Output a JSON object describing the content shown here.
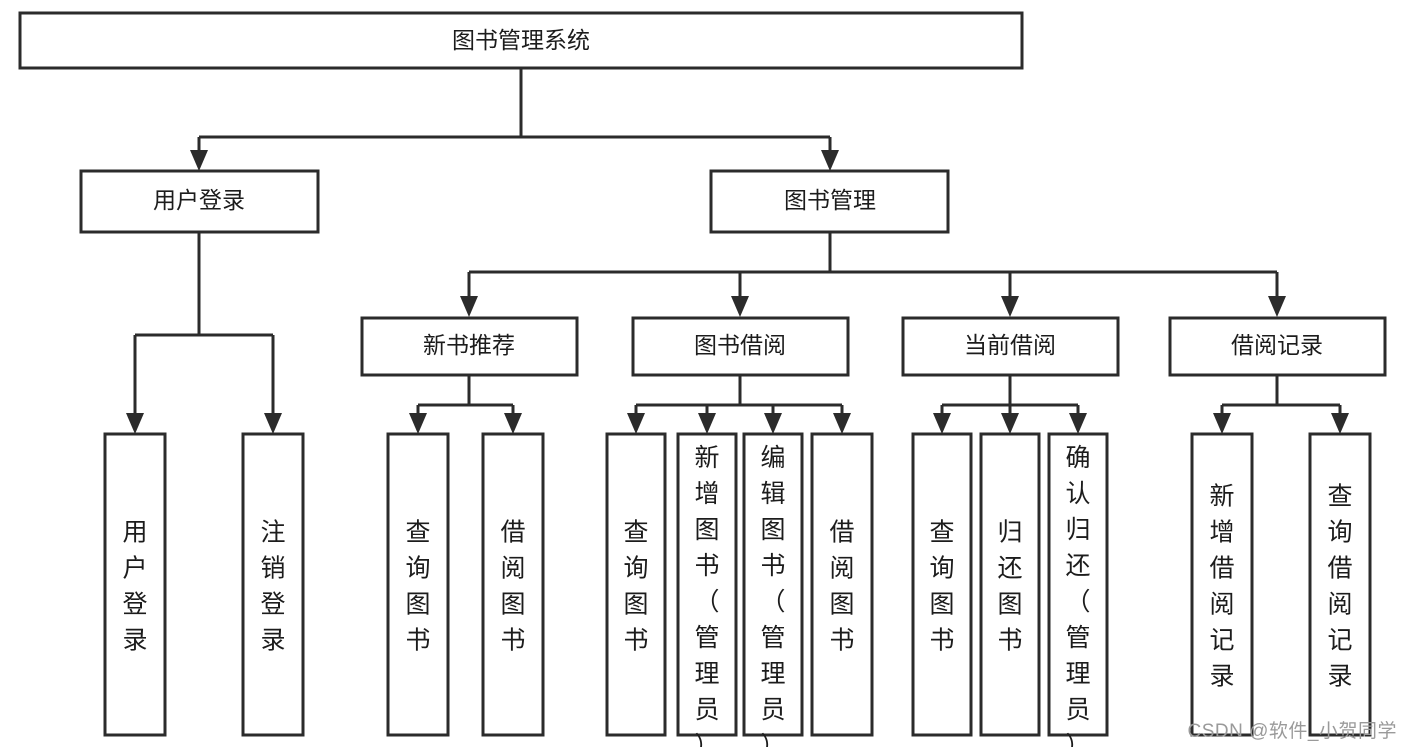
{
  "diagram": {
    "type": "tree-hierarchy",
    "title": "图书管理系统",
    "colors": {
      "stroke": "#2b2b2b",
      "fill": "#ffffff",
      "text": "#1c1c1c",
      "watermark": "#9a9a9a"
    },
    "root": {
      "label": "图书管理系统"
    },
    "level1": [
      {
        "label": "用户登录"
      },
      {
        "label": "图书管理"
      }
    ],
    "level2": [
      {
        "label": "新书推荐"
      },
      {
        "label": "图书借阅"
      },
      {
        "label": "当前借阅"
      },
      {
        "label": "借阅记录"
      }
    ],
    "leaves": {
      "user_login": [
        {
          "label": "用户登录"
        },
        {
          "label": "注销登录"
        }
      ],
      "new_book_recommend": [
        {
          "label": "查询图书"
        },
        {
          "label": "借阅图书"
        }
      ],
      "book_borrow": [
        {
          "label": "查询图书"
        },
        {
          "label": "新增图书（管理员）"
        },
        {
          "label": "编辑图书（管理员）"
        },
        {
          "label": "借阅图书"
        }
      ],
      "current_borrow": [
        {
          "label": "查询图书"
        },
        {
          "label": "归还图书"
        },
        {
          "label": "确认归还（管理员）"
        }
      ],
      "borrow_record": [
        {
          "label": "新增借阅记录"
        },
        {
          "label": "查询借阅记录"
        }
      ]
    }
  },
  "watermark": {
    "text": "CSDN @软件_小贺同学"
  }
}
